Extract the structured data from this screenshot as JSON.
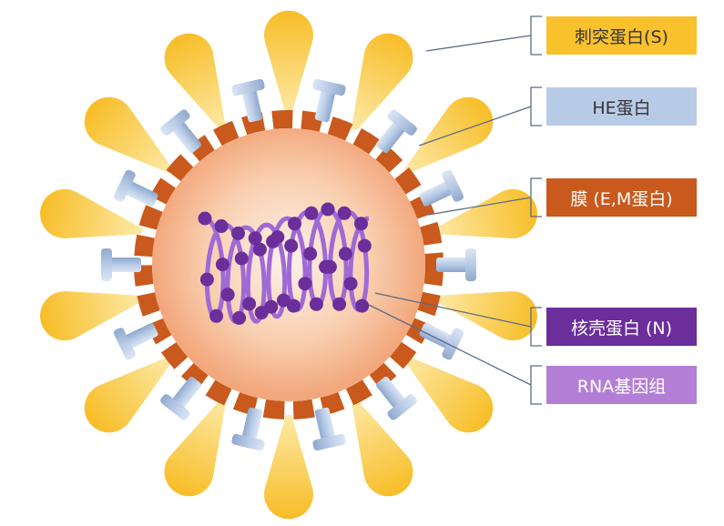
{
  "labels": [
    {
      "text": "刺突蛋白(S)",
      "bg": "#f9c12b",
      "fg": "#333333"
    },
    {
      "text": "HE蛋白",
      "bg": "#b8cbe6",
      "fg": "#333333"
    },
    {
      "text": "膜 (E,M蛋白)",
      "bg": "#c9591c",
      "fg": "#ffffff"
    },
    {
      "text": "核壳蛋白 (N)",
      "bg": "#6b2e9b",
      "fg": "#ffffff"
    },
    {
      "text": "RNA基因组",
      "bg": "#b37fd6",
      "fg": "#ffffff"
    }
  ],
  "colors": {
    "spike": "#f9c12b",
    "membrane": "#c9591c",
    "he_protein": "#b8cbe6",
    "core_light": "#fde7d6",
    "core_mid": "#f6b48b",
    "rna": "#a06ad6",
    "nucleocapsid": "#6b2e9b",
    "leader_line": "#5b6b86"
  }
}
